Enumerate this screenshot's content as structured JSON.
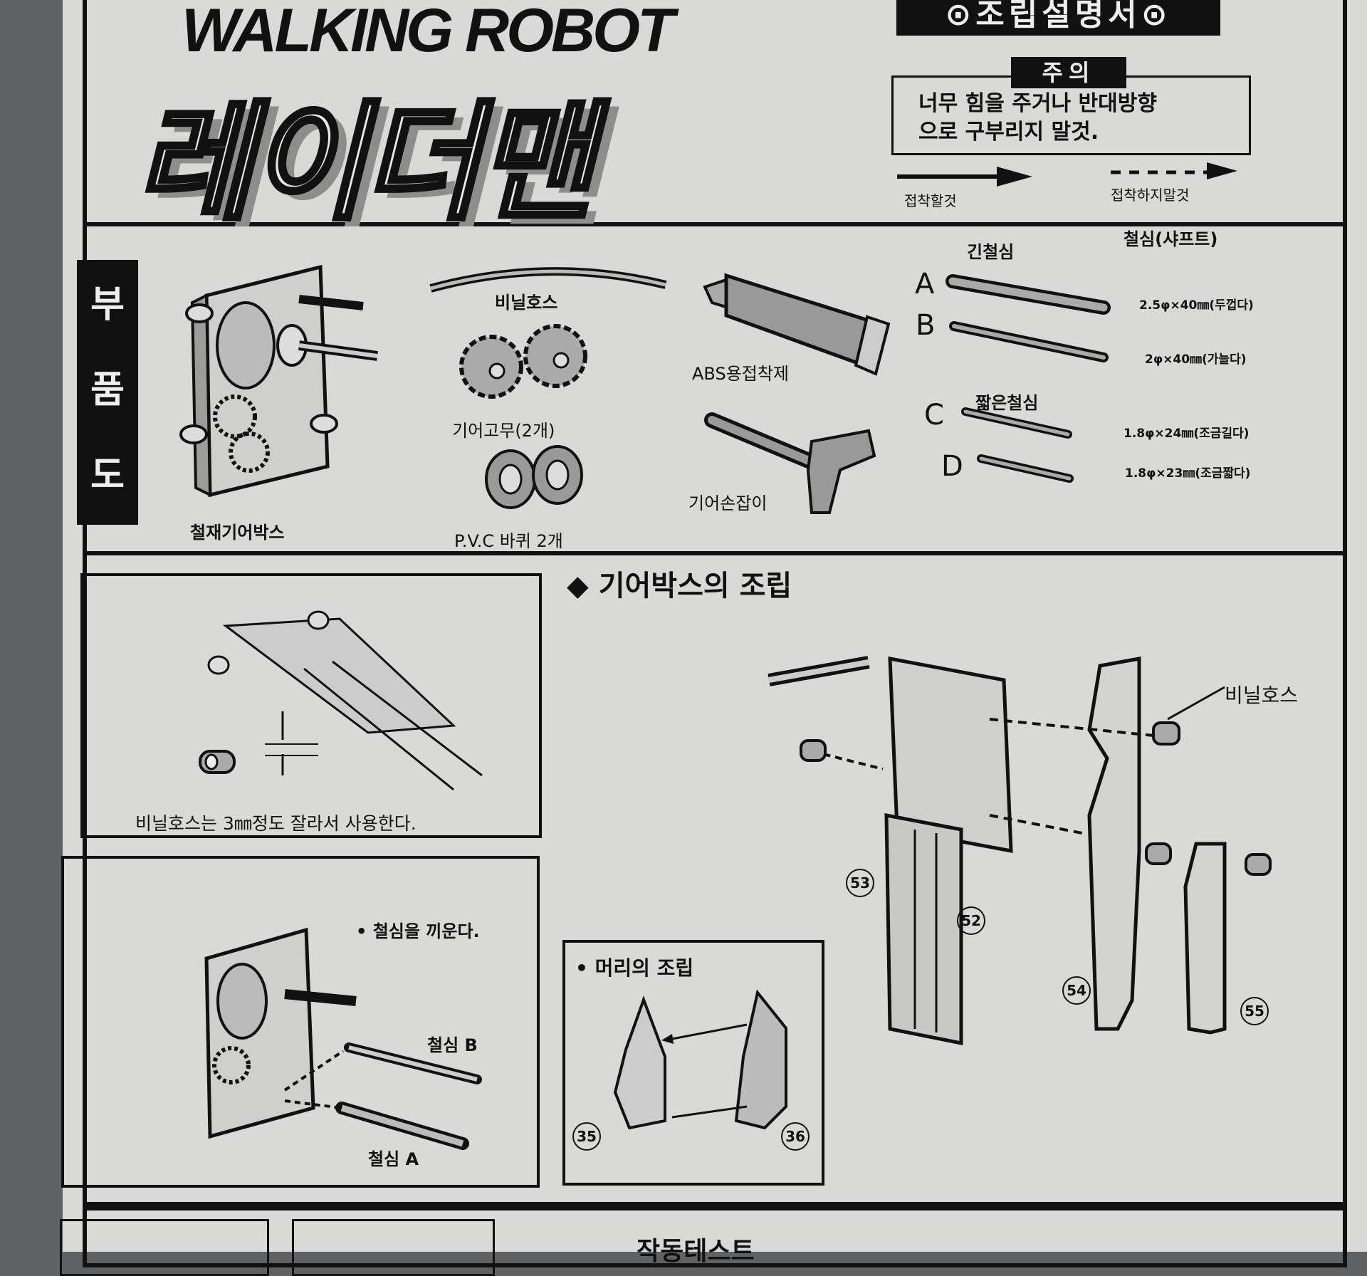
{
  "header": {
    "title_en": "WALKING ROBOT",
    "title_ko": "레이더맨",
    "manual_badge": "⊙조립설명서⊙",
    "caution": {
      "label": "주의",
      "lines": [
        "너무 힘을 주거나 반대방향",
        "으로 구부리지 말것."
      ]
    },
    "legend": {
      "solid": "접착할것",
      "dashed": "접착하지말것"
    }
  },
  "parts": {
    "section_label": [
      "부",
      "품",
      "도"
    ],
    "items": {
      "gearbox": "철재기어박스",
      "hose": "비닐호스",
      "gear_rubber": "기어고무(2개)",
      "wheels": "P.V.C 바퀴 2개",
      "glue": "ABS용접착제",
      "handle": "기어손잡이"
    },
    "shaft_title": "철심(샤프트)",
    "long_label": "긴철심",
    "short_label": "짧은철심",
    "shafts": [
      {
        "letter": "A",
        "spec": "2.5φ×40㎜(두껍다)"
      },
      {
        "letter": "B",
        "spec": "2φ×40㎜(가늘다)"
      },
      {
        "letter": "C",
        "spec": "1.8φ×24㎜(조금길다)"
      },
      {
        "letter": "D",
        "spec": "1.8φ×23㎜(조금짧다)"
      }
    ]
  },
  "assembly": {
    "heading": "◆ 기어박스의 조립",
    "hose_note": "비닐호스는 3㎜정도 잘라서 사용한다.",
    "shaft_note": "• 철심을 끼운다.",
    "shaft_b": "철심 B",
    "shaft_a": "철심 A",
    "head_title": "• 머리의 조립",
    "head_parts": [
      "35",
      "36"
    ],
    "hose_label": "비닐호스",
    "part_numbers": [
      "53",
      "52",
      "54",
      "55"
    ]
  },
  "footer": {
    "test_title": "작동테스트"
  }
}
